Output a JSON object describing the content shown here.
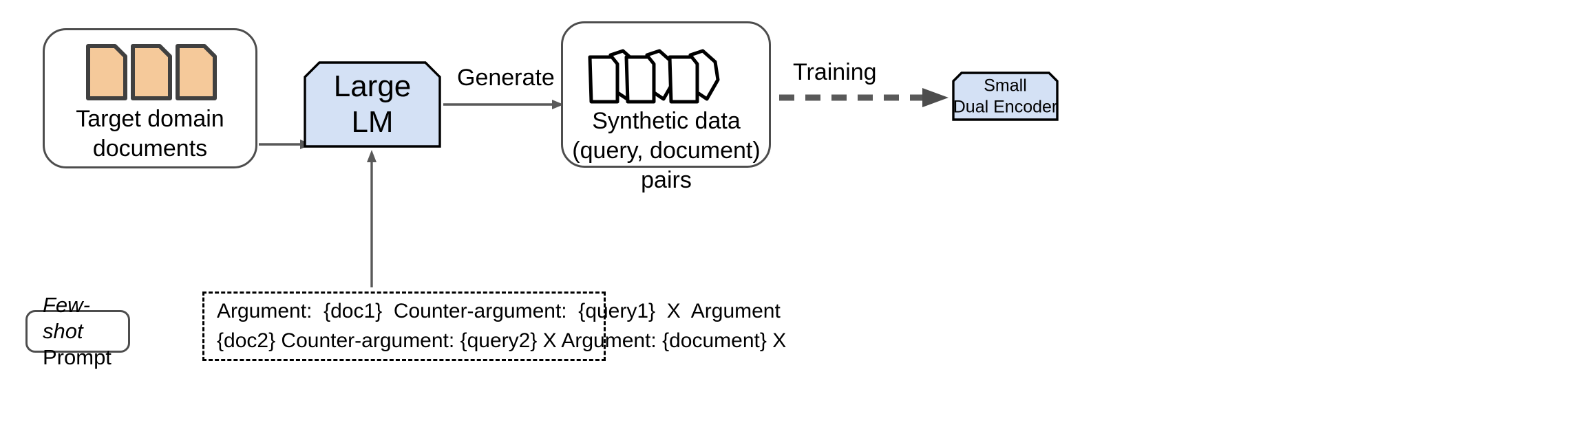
{
  "diagram": {
    "title": "Synthetic data generation and distillation pipeline",
    "colors": {
      "node_fill": "#d4e1f5",
      "node_stroke": "#000000",
      "doc_fill": "#f5c99a",
      "doc_stroke": "#404040",
      "container_stroke": "#4d4d4d",
      "arrow": "#595959",
      "dashed_arrow": "#595959",
      "background": "#ffffff"
    },
    "nodes": {
      "target_documents": {
        "caption": "Target domain\ndocuments",
        "icon": "stacked-document-icons",
        "icon_count": 3
      },
      "large_lm": {
        "label": "Large\nLM",
        "shape": "cut-corner-rectangle"
      },
      "synthetic_data": {
        "caption": "Synthetic data\n(query, document) pairs",
        "icon": "outlined-document-pair-icons",
        "icon_count": 3
      },
      "small_dual_encoder": {
        "label": "Small\nDual Encoder",
        "shape": "cut-corner-rectangle"
      },
      "few_shot_prompt": {
        "line1": "Few-shot",
        "line2": "Prompt"
      },
      "prompt_template": {
        "line1": "Argument:  {doc1}  Counter-argument:  {query1}  X  Argument",
        "line2": "{doc2} Counter-argument: {query2} X Argument: {document} X"
      }
    },
    "edges": {
      "documents_to_lm": {
        "label": "",
        "style": "solid-arrow"
      },
      "lm_to_synthetic": {
        "label": "Generate",
        "style": "solid-arrow"
      },
      "synthetic_to_encoder": {
        "label": "Training",
        "style": "dashed-arrow"
      },
      "prompt_to_lm": {
        "label": "",
        "style": "solid-arrow-up"
      }
    }
  }
}
